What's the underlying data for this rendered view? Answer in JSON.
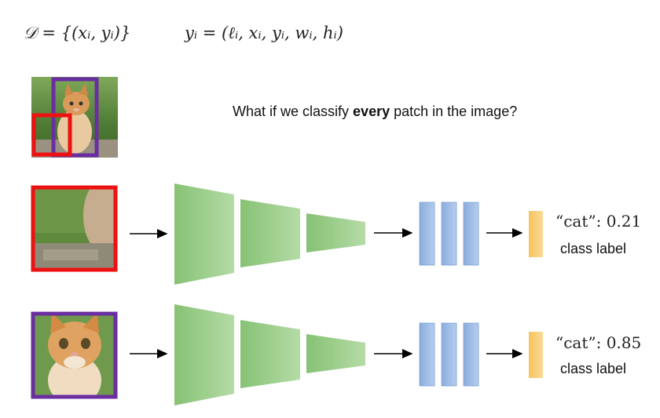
{
  "header": {
    "dataset_formula": "𝒟 = {(xᵢ, yᵢ)}",
    "label_formula": "yᵢ = (ℓᵢ, xᵢ, yᵢ, wᵢ, hᵢ)"
  },
  "question": {
    "prefix": "What if we classify ",
    "emphasis": "every",
    "suffix": " patch in the image?"
  },
  "rows": [
    {
      "score_text": "“cat”:  0.21",
      "label": "class label",
      "patch_color": "#ee1111"
    },
    {
      "score_text": "“cat”:  0.85",
      "label": "class label",
      "patch_color": "#6a2ea0"
    }
  ],
  "colors": {
    "red_box": "#ee1111",
    "purple_box": "#6a2ea0",
    "conv_green": "#8cc47a",
    "fc_blue": "#8fb0e0",
    "output_orange": "#f7c96a"
  }
}
